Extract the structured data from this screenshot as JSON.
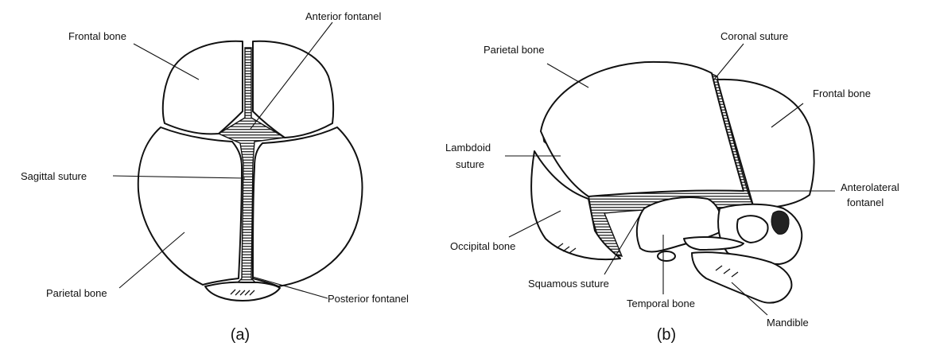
{
  "figure_a": {
    "caption": "(a)",
    "labels": {
      "frontal_bone": "Frontal bone",
      "anterior_fontanel": "Anterior fontanel",
      "sagittal_suture": "Sagittal suture",
      "parietal_bone": "Parietal bone",
      "posterior_fontanel": "Posterior fontanel"
    }
  },
  "figure_b": {
    "caption": "(b)",
    "labels": {
      "parietal_bone": "Parietal bone",
      "coronal_suture": "Coronal suture",
      "frontal_bone": "Frontal bone",
      "lambdoid_suture_line1": "Lambdoid",
      "lambdoid_suture_line2": "suture",
      "anterolateral_fontanel_line1": "Anterolateral",
      "anterolateral_fontanel_line2": "fontanel",
      "occipital_bone": "Occipital bone",
      "squamous_suture": "Squamous suture",
      "temporal_bone": "Temporal bone",
      "mandible": "Mandible"
    }
  }
}
